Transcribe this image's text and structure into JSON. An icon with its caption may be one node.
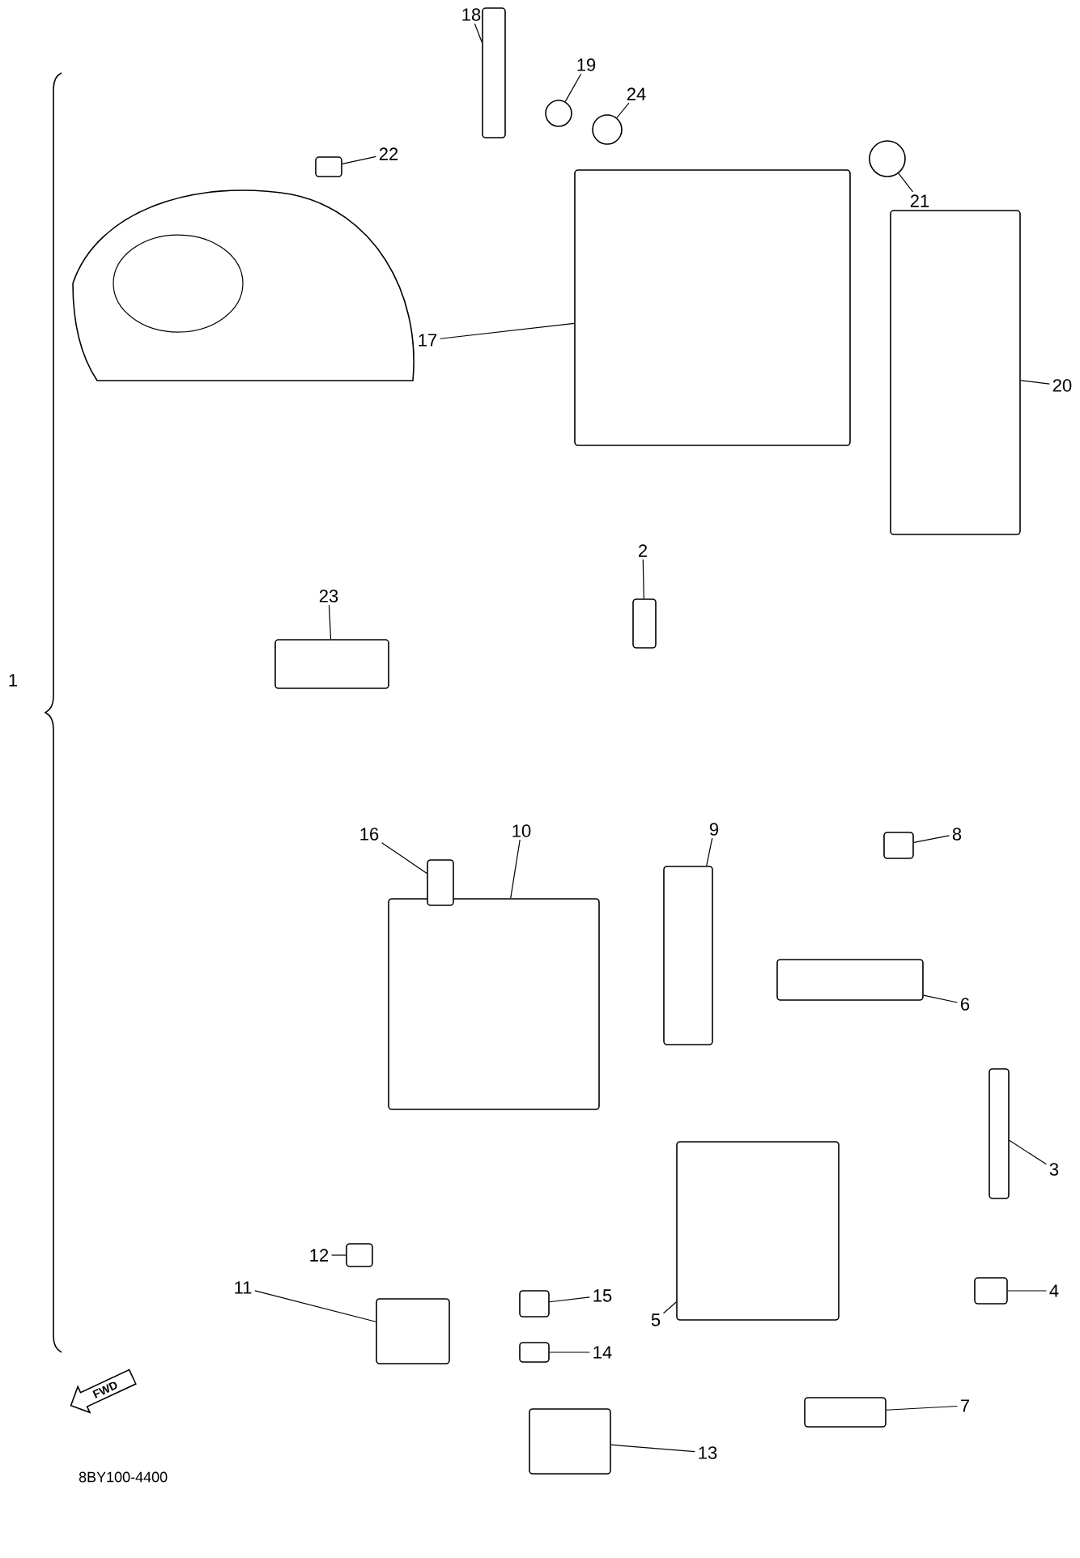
{
  "diagram": {
    "nodes": [
      {
        "text": [
          "2"
        ]
      },
      {
        "text": [
          "3"
        ]
      },
      {
        "text": [
          "4"
        ]
      },
      {
        "text": [
          "5"
        ]
      },
      {
        "text": [
          "6"
        ]
      },
      {
        "text": [
          "7"
        ]
      },
      {
        "text": [
          "8"
        ]
      },
      {
        "text": [
          "9"
        ]
      },
      {
        "text": [
          "10"
        ]
      },
      {
        "text": [
          "11"
        ]
      },
      {
        "text": [
          "12"
        ]
      },
      {
        "text": [
          "13"
        ]
      },
      {
        "text": [
          "14"
        ]
      },
      {
        "text": [
          "15"
        ]
      },
      {
        "text": [
          "16"
        ]
      },
      {
        "text": [
          "17"
        ]
      },
      {
        "text": [
          "18"
        ]
      },
      {
        "text": [
          "19"
        ]
      },
      {
        "text": [
          "20"
        ]
      },
      {
        "text": [
          "21"
        ]
      },
      {
        "text": [
          "22"
        ]
      },
      {
        "text": [
          "23"
        ]
      },
      {
        "text": [
          "24"
        ]
      },
      {
        "text": [],
        "shape": "box"
      },
      {
        "text": [],
        "shape": "box"
      },
      {
        "text": [],
        "shape": "box"
      },
      {
        "text": [],
        "shape": "box"
      },
      {
        "text": [],
        "shape": "box"
      },
      {
        "text": [],
        "shape": "box"
      },
      {
        "text": [],
        "shape": "box"
      },
      {
        "text": [],
        "shape": "box"
      },
      {
        "text": [],
        "shape": "box"
      },
      {
        "text": [],
        "shape": "box"
      },
      {
        "text": [],
        "shape": "box"
      },
      {
        "text": [],
        "shape": "box"
      },
      {
        "text": [],
        "shape": "box"
      },
      {
        "text": [],
        "shape": "box"
      },
      {
        "text": [],
        "shape": "box"
      },
      {
        "text": [],
        "shape": "box"
      },
      {
        "text": [],
        "shape": "box"
      },
      {
        "text": [],
        "shape": "circle"
      },
      {
        "text": [],
        "shape": "box"
      },
      {
        "text": [],
        "shape": "circle"
      },
      {
        "text": [],
        "shape": "box"
      },
      {
        "text": [],
        "shape": "box"
      },
      {
        "text": [],
        "shape": "circle"
      }
    ],
    "edges": [
      {
        "from": 0,
        "to": 23,
        "arrow": "none"
      },
      {
        "from": 1,
        "to": 24,
        "arrow": "none"
      },
      {
        "from": 2,
        "to": 25,
        "arrow": "none"
      },
      {
        "from": 3,
        "to": 26,
        "arrow": "none"
      },
      {
        "from": 4,
        "to": 27,
        "arrow": "none"
      },
      {
        "from": 5,
        "to": 28,
        "arrow": "none"
      },
      {
        "from": 6,
        "to": 29,
        "arrow": "none"
      },
      {
        "from": 7,
        "to": 30,
        "arrow": "none"
      },
      {
        "from": 8,
        "to": 31,
        "arrow": "none"
      },
      {
        "from": 9,
        "to": 32,
        "arrow": "none"
      },
      {
        "from": 10,
        "to": 33,
        "arrow": "none"
      },
      {
        "from": 11,
        "to": 34,
        "arrow": "none"
      },
      {
        "from": 12,
        "to": 35,
        "arrow": "none"
      },
      {
        "from": 13,
        "to": 36,
        "arrow": "none"
      },
      {
        "from": 14,
        "to": 37,
        "arrow": "none"
      },
      {
        "from": 15,
        "to": 38,
        "arrow": "none"
      },
      {
        "from": 16,
        "to": 39,
        "arrow": "none"
      },
      {
        "from": 17,
        "to": 40,
        "arrow": "none"
      },
      {
        "from": 18,
        "to": 41,
        "arrow": "none"
      },
      {
        "from": 19,
        "to": 42,
        "arrow": "none"
      },
      {
        "from": 20,
        "to": 43,
        "arrow": "none"
      },
      {
        "from": 21,
        "to": 44,
        "arrow": "none"
      },
      {
        "from": 22,
        "to": 45,
        "arrow": "none"
      }
    ],
    "labels": [
      "1",
      "FWD",
      "8BY100-4400"
    ]
  }
}
